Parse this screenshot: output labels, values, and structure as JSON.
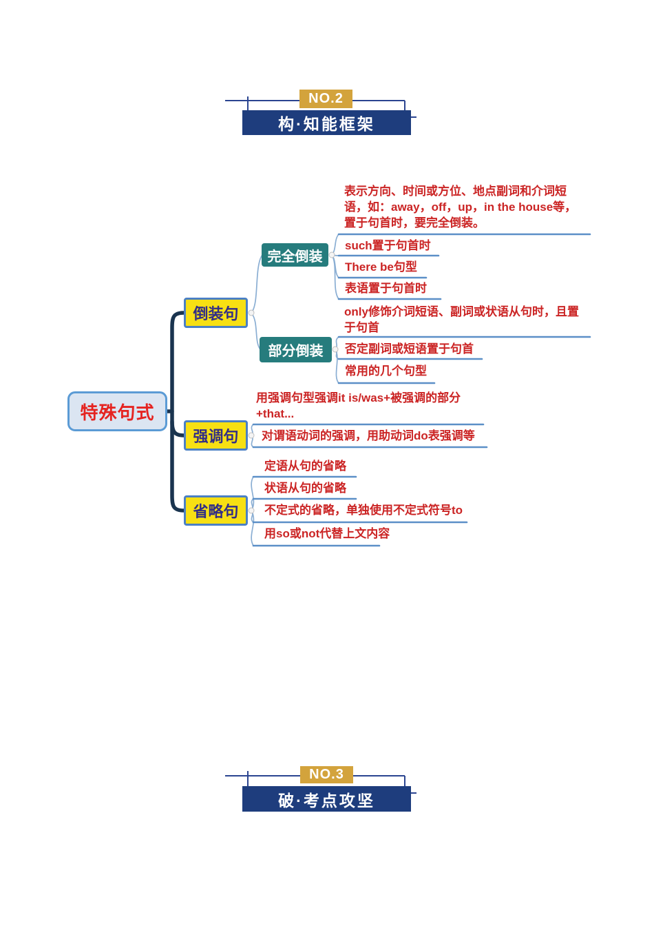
{
  "header_no2": {
    "badge": "NO.2",
    "title": "构·知能框架"
  },
  "footer_no3": {
    "badge": "NO.3",
    "title": "破·考点攻坚"
  },
  "mindmap": {
    "root": {
      "label": "特殊句式"
    },
    "branches": [
      {
        "label": "倒装句",
        "subtopics": [
          {
            "label": "完全倒装",
            "leaves": [
              {
                "text": "表示方向、时间或方位、地点副词和介词短语，如：away，off，up，in the house等，置于句首时，要完全倒装。"
              },
              {
                "text": "such置于句首时"
              },
              {
                "text": "There be句型"
              },
              {
                "text": "表语置于句首时"
              }
            ]
          },
          {
            "label": "部分倒装",
            "leaves": [
              {
                "text": "only修饰介词短语、副词或状语从句时，且置于句首"
              },
              {
                "text": "否定副词或短语置于句首"
              },
              {
                "text": "常用的几个句型"
              }
            ]
          }
        ]
      },
      {
        "label": "强调句",
        "leaves": [
          {
            "text": "用强调句型强调it is/was+被强调的部分+that..."
          },
          {
            "text": "对谓语动词的强调，用助动词do表强调等"
          }
        ]
      },
      {
        "label": "省略句",
        "leaves": [
          {
            "text": "定语从句的省略"
          },
          {
            "text": "状语从句的省略"
          },
          {
            "text": "不定式的省略，单独使用不定式符号to"
          },
          {
            "text": "用so或not代替上文内容"
          }
        ]
      }
    ]
  },
  "colors": {
    "banner_navy": "#1e3d7d",
    "badge_gold": "#d3a33c",
    "branch_yellow": "#f7e013",
    "branch_border_blue": "#4b80c4",
    "branch_text_indigo": "#312d87",
    "subtopic_teal": "#267c7d",
    "leaf_red": "#cb2424",
    "root_fill": "#dbe5f2",
    "root_border": "#5b9bd5",
    "root_text_red": "#e52320",
    "underline_blue": "#5b8fc7",
    "trunk_dark_navy": "#1a344f",
    "decor_line_navy": "#2a4490"
  }
}
